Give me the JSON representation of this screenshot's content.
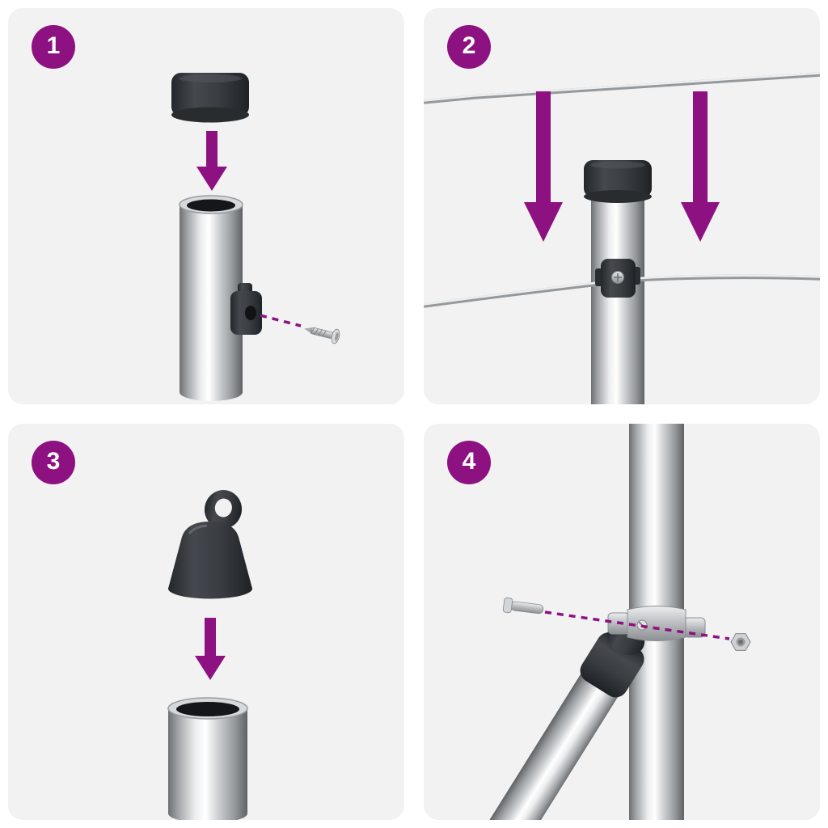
{
  "colors": {
    "accent": "#8e1181",
    "panel_bg": "#f2f2f3",
    "part_dark": "#3a3e43",
    "metal_light": "#e9ebec",
    "wire": "#eceeef"
  },
  "steps": [
    {
      "number": "1",
      "icon": "post-cap-pressed-onto-tube-and-screw-into-wire-holder"
    },
    {
      "number": "2",
      "icon": "tension-wires-lowered-into-post-wire-holder"
    },
    {
      "number": "3",
      "icon": "eyelet-cap-pressed-onto-tube"
    },
    {
      "number": "4",
      "icon": "brace-clamp-fixed-to-post-with-bolt-and-nut"
    }
  ]
}
